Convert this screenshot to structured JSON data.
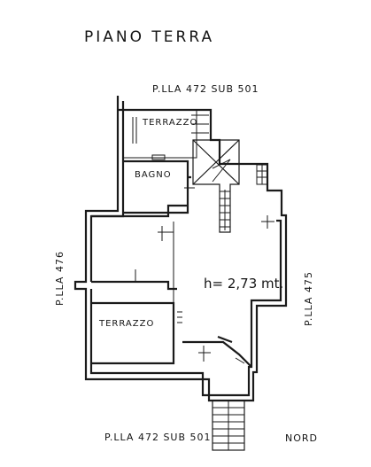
{
  "title": "PIANO TERRA",
  "plot_labels": {
    "top": "P.LLA 472 SUB 501",
    "bottom": "P.LLA 472 SUB 501",
    "left": "P.LLA 476",
    "right": "P.LLA 475"
  },
  "rooms": {
    "terrace_upper": "TERRAZZO",
    "bathroom": "BAGNO",
    "terrace_lower": "TERRAZZO"
  },
  "height_note": "h= 2,73 mt.",
  "orientation": "NORD"
}
